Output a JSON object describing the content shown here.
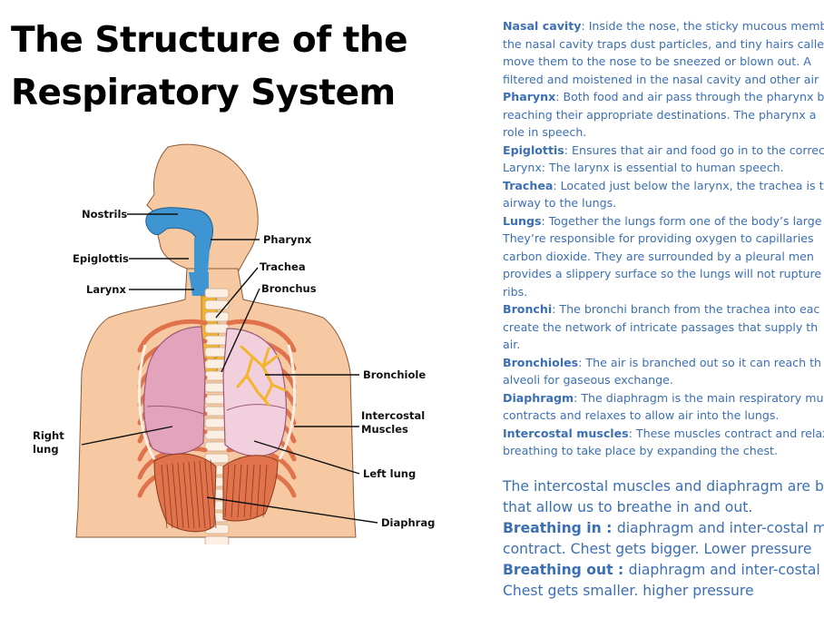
{
  "title": {
    "line1": "The Structure of the",
    "line2": "Respiratory System"
  },
  "diagram": {
    "labels": {
      "nostrils": "Nostrils",
      "pharynx": "Pharynx",
      "epiglottis": "Epiglottis",
      "trachea": "Trachea",
      "larynx": "Larynx",
      "bronchus": "Bronchus",
      "bronchiole": "Bronchiole",
      "intercostal_1": "Intercostal",
      "intercostal_2": "Muscles",
      "right_lung_1": "Right",
      "right_lung_2": "lung",
      "left_lung": "Left lung",
      "diaphragm": "Diaphragm"
    },
    "colors": {
      "skin": "#f6c9a3",
      "airway": "#3f95d1",
      "trachea": "#f3b52e",
      "lung": "#e3a3bd",
      "muscle": "#e0724c"
    }
  },
  "info": {
    "nasal_term": "Nasal cavity",
    "nasal_l1": ": Inside the nose, the sticky mucous memb",
    "nasal_l2": "the nasal cavity traps dust particles, and tiny hairs calle",
    "nasal_l3": "move them to the nose to be sneezed or blown out.  A",
    "nasal_l4": "filtered and moistened in the nasal cavity and other air",
    "pharynx_term": "Pharynx",
    "pharynx_l1": ": Both food and air pass through the pharynx b",
    "pharynx_l2": "reaching their appropriate destinations. The pharynx a",
    "pharynx_l3": "role in speech.",
    "epiglottis_term": "Epiglottis",
    "epiglottis_l1": ": Ensures that air and food go in to the correc",
    "larynx_l1": "Larynx: The larynx is essential to human speech.",
    "trachea_term": "Trachea",
    "trachea_l1": ": Located just below the larynx, the trachea is t",
    "trachea_l2": "airway to the lungs.",
    "lungs_term": "Lungs",
    "lungs_l1": ": Together the lungs form one of the body’s large",
    "lungs_l2": "They’re responsible for providing oxygen to capillaries",
    "lungs_l3": "carbon dioxide.  They are surrounded by a pleural men",
    "lungs_l4": "provides a slippery surface so the lungs will not rupture",
    "lungs_l5": "ribs.",
    "bronchi_term": "Bronchi",
    "bronchi_l1": ": The bronchi branch from the trachea into eac",
    "bronchi_l2": "create the network of intricate passages that supply th",
    "bronchi_l3": "air.",
    "bronchioles_term": "Bronchioles",
    "bronchioles_l1": ":  The air is branched out so it can reach th",
    "bronchioles_l2": "alveoli for gaseous exchange.",
    "diaphragm_term": "Diaphragm",
    "diaphragm_l1": ": The diaphragm is the main respiratory mu",
    "diaphragm_l2": "contracts and relaxes to allow air into the lungs.",
    "intercostal_term": "Intercostal muscles",
    "intercostal_l1": ":  These muscles contract and relax",
    "intercostal_l2": "breathing to take place by expanding the chest."
  },
  "summary": {
    "l1": "The intercostal muscles and diaphragm are bot",
    "l2": "that allow us to breathe in and out.",
    "in_term": "Breathing in : ",
    "in_l1": " diaphragm and inter-costal mus",
    "in_l2": "contract. Chest gets bigger.  Lower pressure",
    "out_term": "Breathing out : ",
    "out_l1": "diaphragm and inter-costal mu",
    "out_l2": "Chest gets smaller.  higher pressure"
  }
}
